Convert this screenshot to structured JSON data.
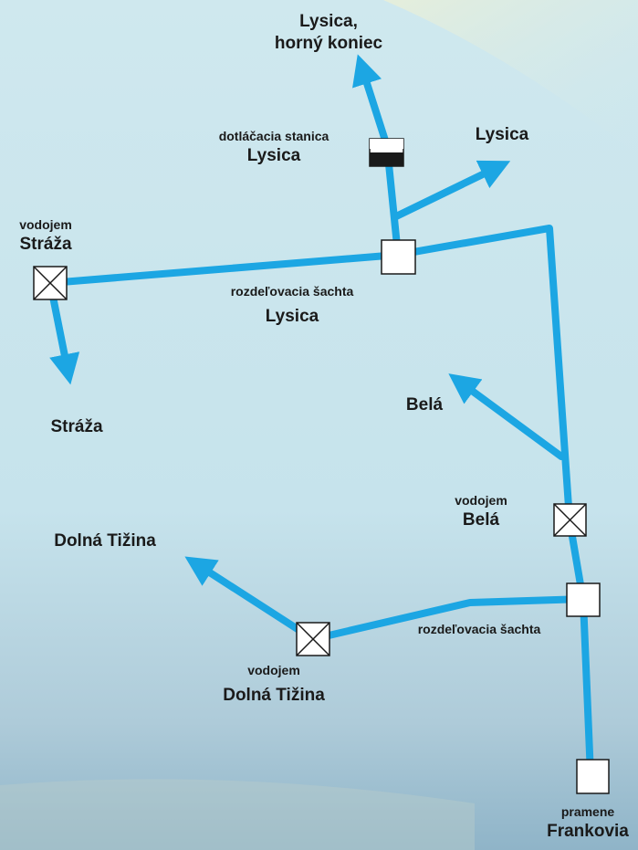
{
  "colors": {
    "pipe": "#1CA6E3",
    "background_top": "#CFE8EE",
    "background_bottom": "#9CC0D2",
    "node_fill": "#FFFFFF",
    "node_stroke": "#1A1A1A",
    "text": "#1A1A1A"
  },
  "labels": {
    "lysica_horny_koniec_line1": "Lysica,",
    "lysica_horny_koniec_line2": "horný koniec",
    "dotlacacia_stanica": "dotláčacia stanica",
    "dotlacacia_lysica": "Lysica",
    "lysica_branch": "Lysica",
    "vodojem_straza_small": "vodojem",
    "vodojem_straza_name": "Stráža",
    "rozdelovacia_lysica_small": "rozdeľovacia šachta",
    "rozdelovacia_lysica_name": "Lysica",
    "straza_destination": "Stráža",
    "bela_destination": "Belá",
    "vodojem_bela_small": "vodojem",
    "vodojem_bela_name": "Belá",
    "dolna_tizina_destination": "Dolná Tižina",
    "rozdelovacia_sachta": "rozdeľovacia šachta",
    "vodojem_dolna_small": "vodojem",
    "vodojem_dolna_name": "Dolná Tižina",
    "pramene_small": "pramene",
    "pramene_name": "Frankovia"
  },
  "nodes": [
    {
      "id": "pramene-frankovia",
      "type": "source"
    },
    {
      "id": "rozdelovacia-sachta-lower",
      "type": "junction"
    },
    {
      "id": "vodojem-bela",
      "type": "reservoir"
    },
    {
      "id": "vodojem-dolna-tizina",
      "type": "reservoir"
    },
    {
      "id": "rozdelovacia-sachta-lysica",
      "type": "junction"
    },
    {
      "id": "vodojem-straza",
      "type": "reservoir"
    },
    {
      "id": "dotlacacia-stanica-lysica",
      "type": "pumping-station"
    }
  ],
  "destinations": [
    "Lysica, horný koniec",
    "Lysica",
    "Stráža",
    "Belá",
    "Dolná Tižina"
  ]
}
